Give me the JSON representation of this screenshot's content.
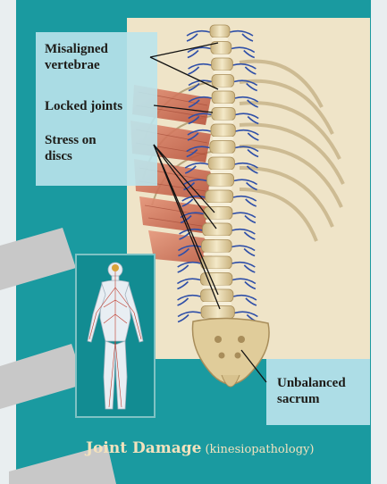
{
  "diagram": {
    "labels": {
      "misaligned": "Misaligned\nvertebrae",
      "locked": "Locked joints",
      "stress": "Stress on\ndiscs",
      "sacrum": "Unbalanced\nsacrum"
    },
    "title": {
      "main": "Joint Damage",
      "sub": "(kinesiopathology)"
    },
    "colors": {
      "background": "#1a9aa0",
      "panel": "#efe4c8",
      "bone": "#e6d5a6",
      "nerve": "#2f4fa8",
      "muscle": "#c96a4f",
      "label_box": "#bae3eb",
      "title_text": "#f3e2bd"
    }
  }
}
